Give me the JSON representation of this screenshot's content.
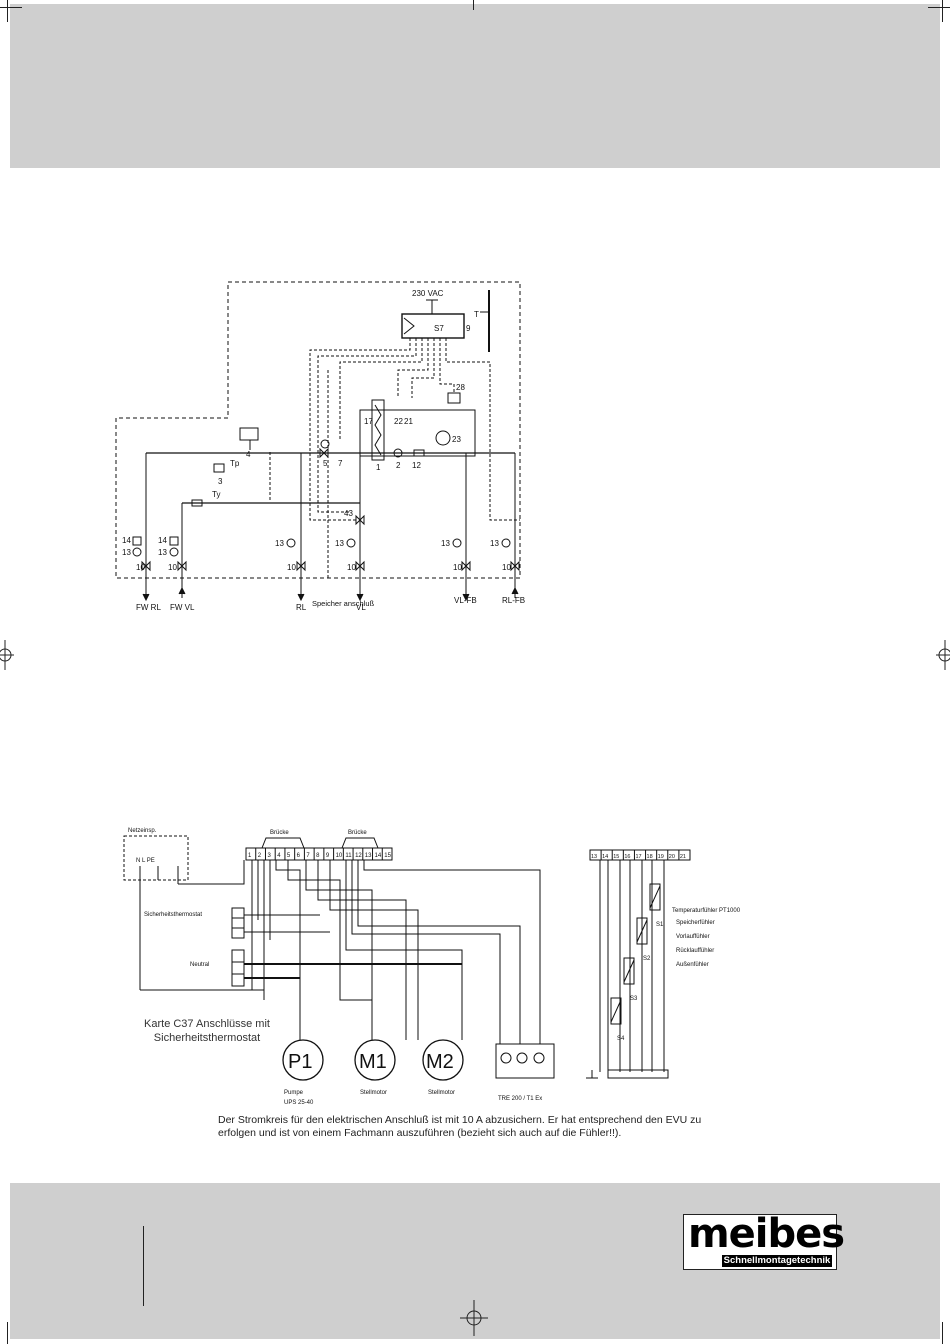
{
  "hydraulic": {
    "supply_label": "230 VAC",
    "controller_label": "S7",
    "controller_number": "9",
    "t_label": "T",
    "component_numbers": [
      "1",
      "2",
      "3",
      "4",
      "5",
      "7",
      "9",
      "10",
      "12",
      "13",
      "14",
      "17",
      "21",
      "22",
      "23",
      "28",
      "43"
    ],
    "sensor_labels": [
      "Tp",
      "Ty"
    ],
    "connection_labels": {
      "fw_rl": "FW RL",
      "fw_vl": "FW VL",
      "rl": "RL",
      "speicher": "Speicher anschluß",
      "vl": "VL",
      "vl_fb": "VL-FB",
      "rl_fb": "RL-FB"
    }
  },
  "wiring": {
    "netz_label": "Netzeinsp.",
    "netz_sub": "N  L  PE",
    "bridge_labels": [
      "Brücke",
      "Brücke"
    ],
    "terminal_numbers": [
      "1",
      "2",
      "3",
      "4",
      "5",
      "6",
      "7",
      "8",
      "9",
      "10",
      "11",
      "12",
      "13",
      "14",
      "15"
    ],
    "sensor_terminal_numbers": [
      "13",
      "14",
      "15",
      "16",
      "17",
      "18",
      "19",
      "20",
      "21"
    ],
    "thermostat_label": "Sicherheitsthermostat",
    "neutral_label": "Neutral",
    "motors": [
      "P1",
      "M1",
      "M2"
    ],
    "card_title": "Karte C37 Anschlüsse mit Sicherheitsthermostat",
    "sensor_legend_title": "Temperaturfühler PT1000",
    "sensor_legend": [
      "Speicherfühler",
      "Vorlauffühler",
      "Rücklauffühler",
      "Außenfühler"
    ],
    "sensor_numbers": [
      "S1",
      "S2",
      "S3",
      "S4"
    ],
    "motor_captions": [
      "Pumpe",
      "Stellmotor",
      "Stellmotor"
    ],
    "pump_model": "UPS 25-40",
    "receiver_label": "TRE 200 / T1 Ex"
  },
  "caption": "Der Stromkreis für den elektrischen Anschluß ist mit 10 A abzusichern. Er hat entsprechend den EVU zu erfolgen und ist von einem Fachmann auszuführen (bezieht sich auch auf die Fühler!!).",
  "logo": {
    "wordmark": "meibes",
    "tagline": "Schnellmontagetechnik"
  }
}
